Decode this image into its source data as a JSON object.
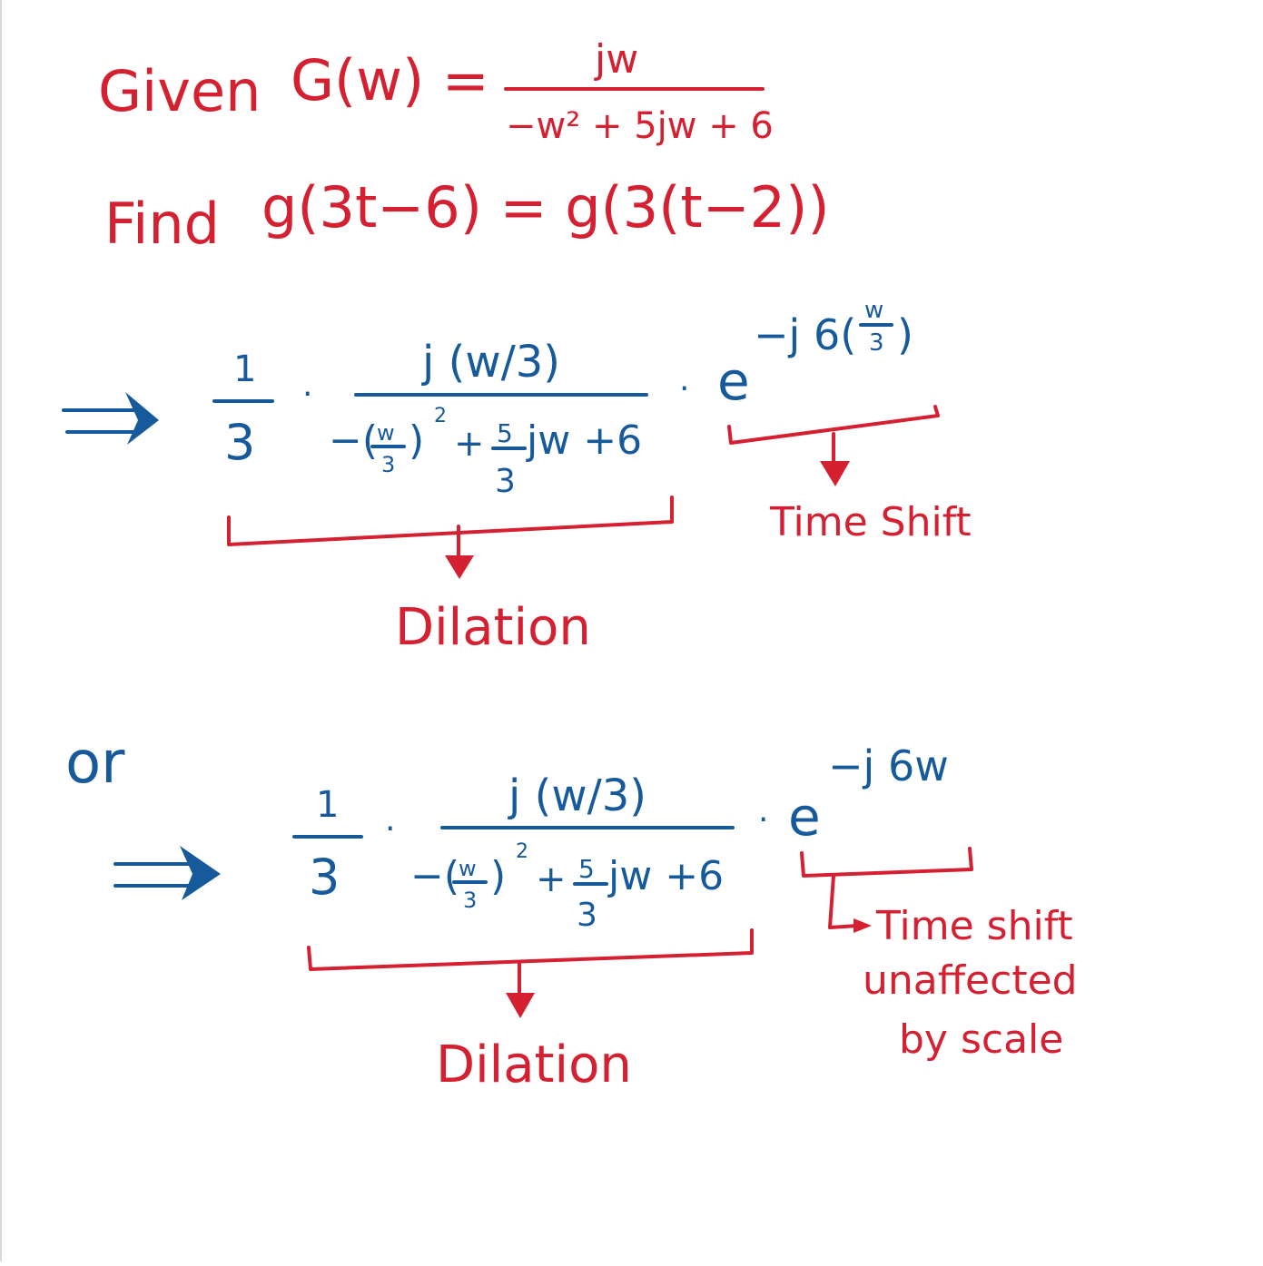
{
  "colors": {
    "red": "#d42030",
    "blue": "#175a9b",
    "background": "#ffffff"
  },
  "given": {
    "label": "Given",
    "lhs": "G(w) =",
    "numerator": "jw",
    "denominator": "−w² + 5jw + 6"
  },
  "find": {
    "label": "Find",
    "expr": "g(3t−6) = g(3(t−2))"
  },
  "step1": {
    "arrow_icon": "double-right-arrow",
    "factor_num": "1",
    "factor_den": "3",
    "dot": "·",
    "numerator": "j (w/3)",
    "den_minus": "−(",
    "den_w": "w",
    "den_3": "3",
    "den_close": ")",
    "den_sq": "2",
    "den_plus": "+",
    "den_5": "5",
    "den_3b": "3",
    "den_rest": "jw +6",
    "exp_base": "e",
    "exp_power": "−j 6(",
    "exp_w": "w",
    "exp_3": "3",
    "exp_close": ")",
    "label_left": "Dilation",
    "label_right": "Time Shift"
  },
  "or_label": "or",
  "step2": {
    "arrow_icon": "double-right-arrow",
    "factor_num": "1",
    "factor_den": "3",
    "dot": "·",
    "numerator": "j (w/3)",
    "den_minus": "−(",
    "den_w": "w",
    "den_3": "3",
    "den_close": ")",
    "den_sq": "2",
    "den_plus": "+",
    "den_5": "5",
    "den_3b": "3",
    "den_rest": "jw +6",
    "exp_base": "e",
    "exp_power": "−j 6w",
    "label_left": "Dilation",
    "note_line1": "Time shift",
    "note_line2": "unaffected",
    "note_line3": "by scale"
  }
}
